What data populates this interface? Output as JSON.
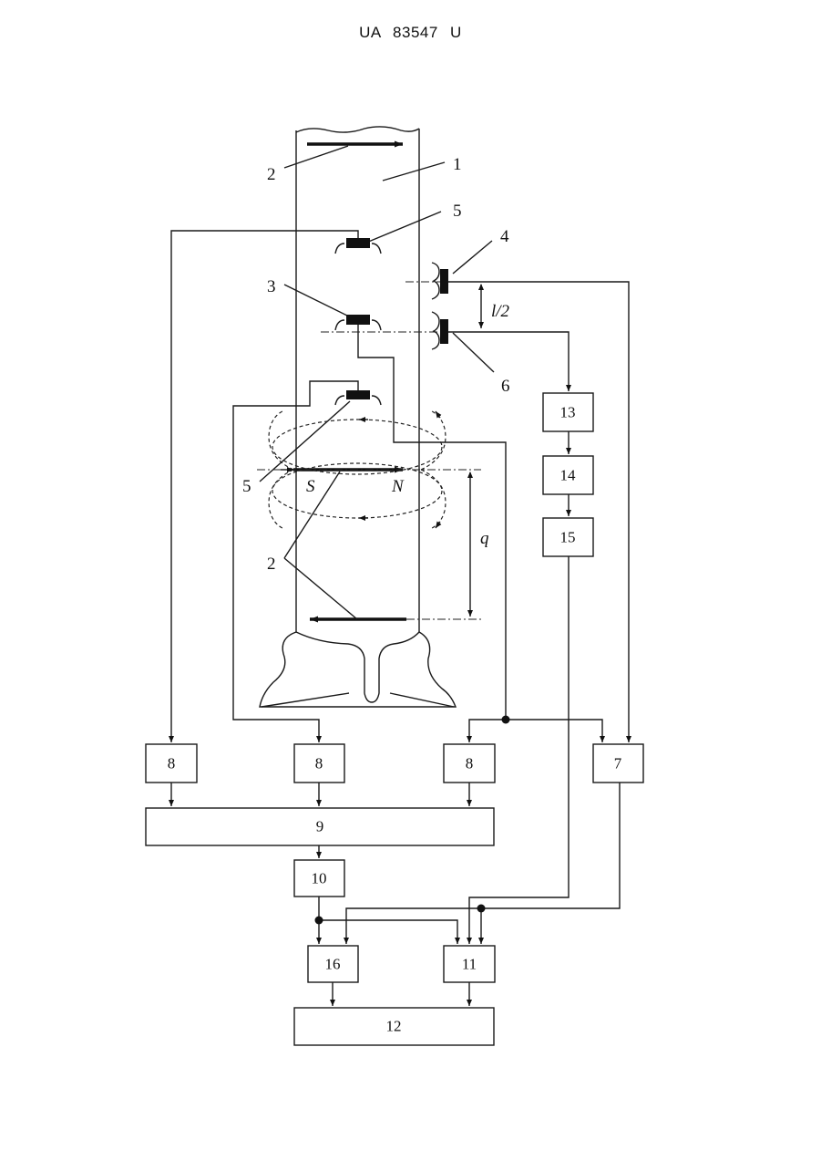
{
  "header": {
    "doc_id": "UA   83547   U"
  },
  "diagram": {
    "ref_numerals": {
      "n1": "1",
      "n2_top": "2",
      "n2_bottom": "2",
      "n3": "3",
      "n4": "4",
      "n5_top": "5",
      "n5_bottom": "5",
      "n6": "6"
    },
    "symbols": {
      "south": "S",
      "north": "N",
      "half_length": "l/2",
      "spacing": "q"
    },
    "blocks": {
      "b8a": "8",
      "b8b": "8",
      "b8c": "8",
      "b7": "7",
      "b9": "9",
      "b10": "10",
      "b11": "11",
      "b12": "12",
      "b13": "13",
      "b14": "14",
      "b15": "15",
      "b16": "16"
    }
  }
}
